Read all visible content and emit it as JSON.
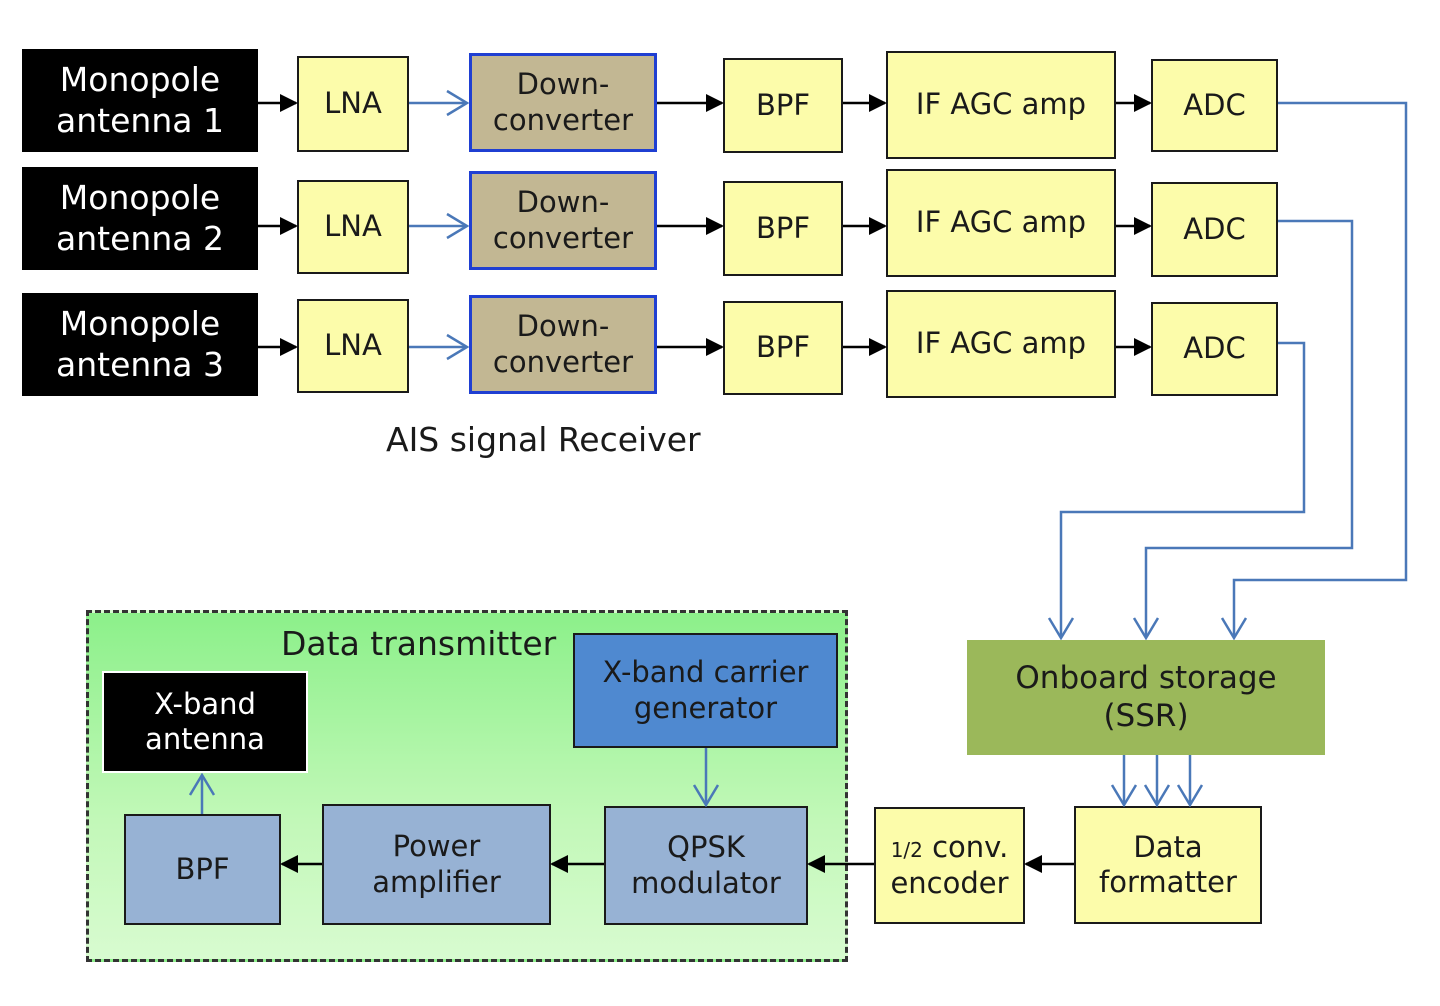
{
  "receiver": {
    "label": "AIS signal Receiver",
    "channels": [
      {
        "antenna": "Monopole\nantenna 1",
        "lna": "LNA",
        "downconverter": "Down-\nconverter",
        "bpf": "BPF",
        "if_amp": "IF AGC amp",
        "adc": "ADC"
      },
      {
        "antenna": "Monopole\nantenna 2",
        "lna": "LNA",
        "downconverter": "Down-\nconverter",
        "bpf": "BPF",
        "if_amp": "IF AGC amp",
        "adc": "ADC"
      },
      {
        "antenna": "Monopole\nantenna 3",
        "lna": "LNA",
        "downconverter": "Down-\nconverter",
        "bpf": "BPF",
        "if_amp": "IF AGC amp",
        "adc": "ADC"
      }
    ]
  },
  "storage": {
    "label": "Onboard storage\n(SSR)"
  },
  "formatter": {
    "label": "Data\nformatter"
  },
  "encoder": {
    "fraction": "1/2",
    "label_line1": " conv.",
    "label_line2": "encoder"
  },
  "transmitter": {
    "label": "Data transmitter",
    "carrier": "X-band carrier\ngenerator",
    "modulator": "QPSK\nmodulator",
    "amplifier": "Power\namplifier",
    "bpf": "BPF",
    "antenna": "X-band\nantenna"
  },
  "colors": {
    "black_wire": "#000000",
    "blue_wire": "#4a78b8",
    "yellow_box": "#fcfcaa",
    "tan_box": "#c2b793",
    "storage_green": "#9bb85a",
    "panel_green": "#8cf08a"
  }
}
